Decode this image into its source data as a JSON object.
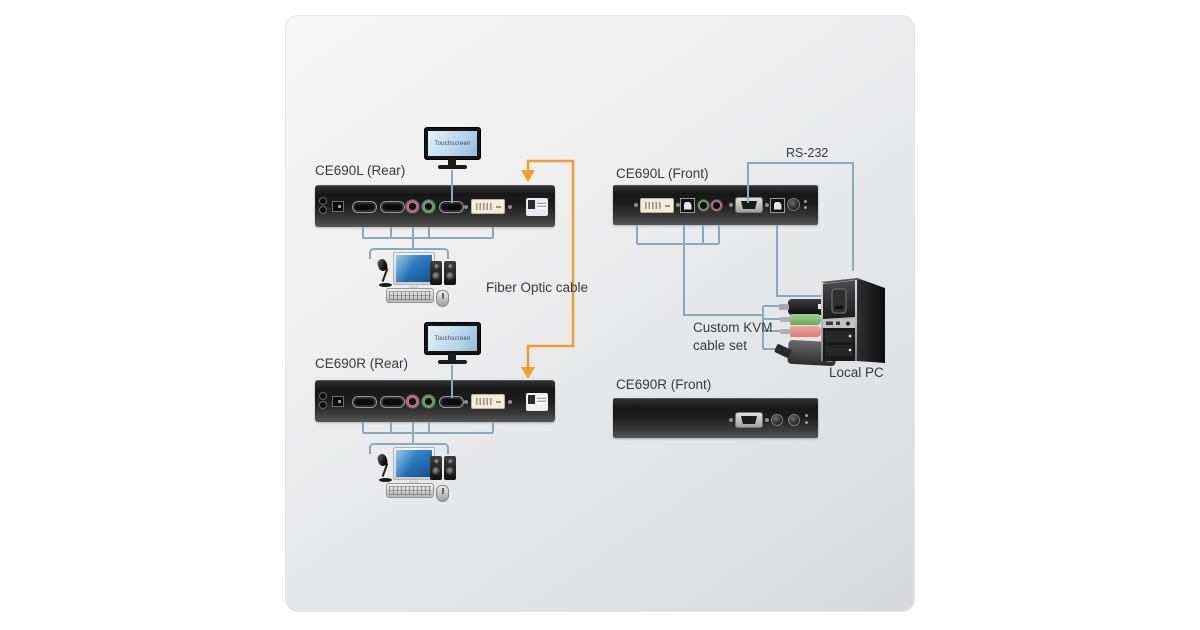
{
  "labels": {
    "ce690l_rear": "CE690L (Rear)",
    "ce690r_rear": "CE690R (Rear)",
    "ce690l_front": "CE690L (Front)",
    "ce690r_front": "CE690R (Front)",
    "rs232": "RS-232",
    "fiber": "Fiber Optic cable",
    "kvm_line1": "Custom KVM",
    "kvm_line2": "cable set",
    "local_pc": "Local PC",
    "touchscreen": "Touchscreen"
  },
  "colors": {
    "connection_line": "#86abbf",
    "fiber_cable": "#f59c2f",
    "label_text": "#3a3a3a",
    "audio_jack_pink": "#b66a86",
    "audio_jack_green": "#5f9f5f",
    "dvi_port": "#f2edda",
    "sfp_module_purple": "#8a68b0",
    "device_panel": "#1c1c1c",
    "monitor_screen_blue": "#2c7cc0",
    "touchscreen_screen": "#bcd9ec"
  }
}
